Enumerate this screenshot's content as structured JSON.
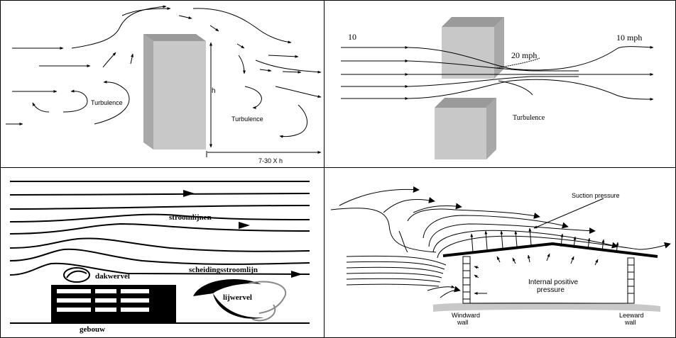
{
  "panels": {
    "tl": {
      "turb_left": "Turbulence",
      "turb_right": "Turbulence",
      "height": "h",
      "distance": "7-30 X  h"
    },
    "tr": {
      "speed_in": "10",
      "speed_mid": "20 mph",
      "speed_out": "10 mph",
      "turb": "Turbulence"
    },
    "bl": {
      "streamlines": "stroomlijnen",
      "roof_vortex": "dakwervel",
      "separation": "scheidingsstroomlijn",
      "lee_vortex": "lijwervel",
      "building": "gebouw"
    },
    "br": {
      "suction": "Suction pressure",
      "internal_1": "Internal positive",
      "internal_2": "pressure",
      "windward_1": "Windward",
      "windward_2": "wall",
      "leeward_1": "Leeward",
      "leeward_2": "wall"
    }
  },
  "colors": {
    "border": "#000000",
    "box_front": "#c8c8c8",
    "box_side": "#a8a8a8",
    "box_top": "#9a9a9a",
    "ground": "#c8c8c8"
  }
}
